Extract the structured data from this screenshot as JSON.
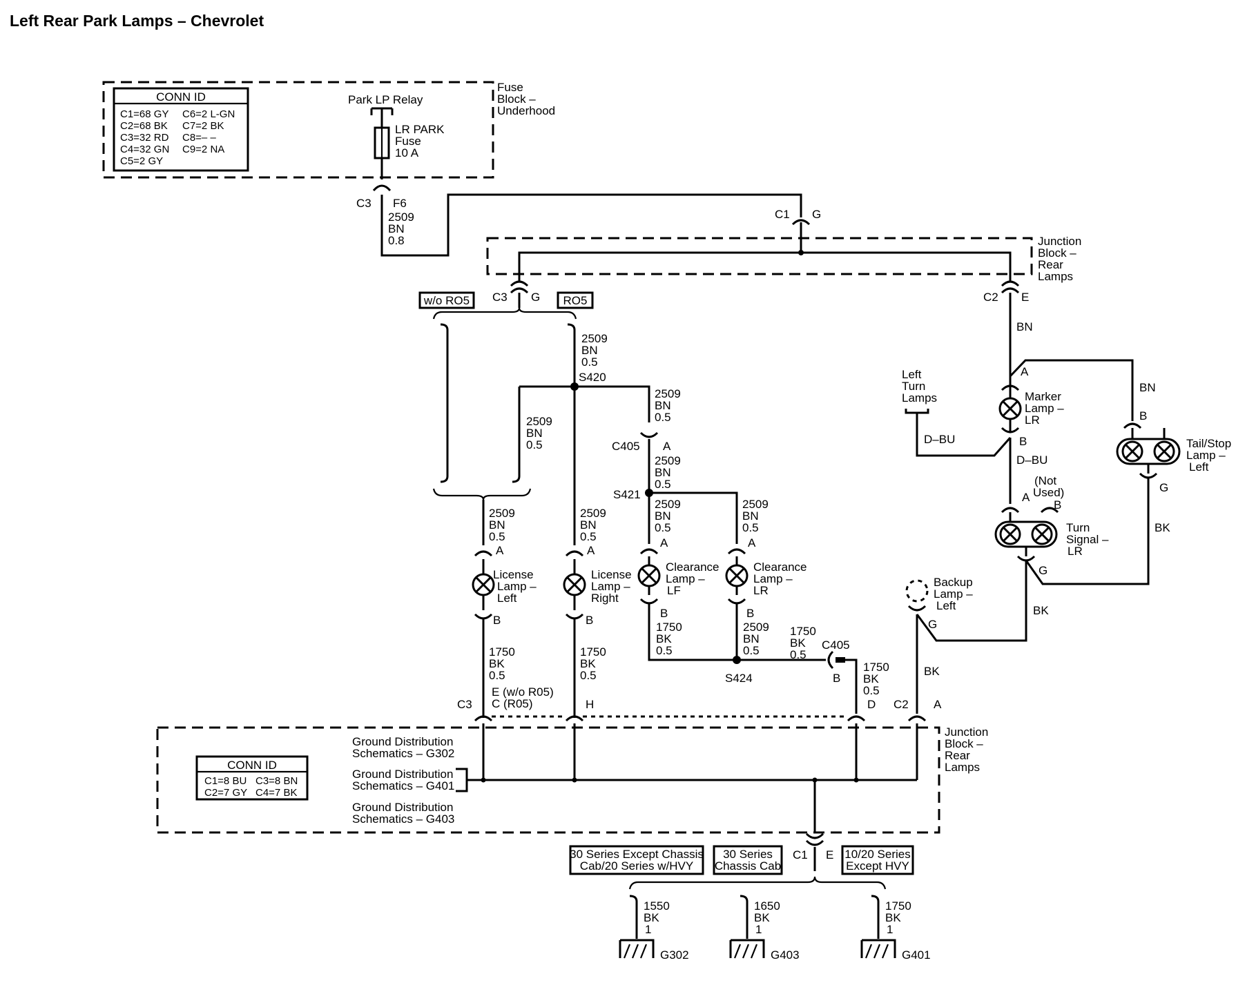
{
  "title": "Left Rear Park Lamps – Chevrolet",
  "fuse_block": {
    "label": [
      "Fuse",
      "Block –",
      "Underhood"
    ],
    "conn_title": "CONN ID",
    "conn_rows": [
      [
        "C1=68 GY",
        "C6=2 L-GN"
      ],
      [
        "C2=68 BK",
        "C7=2 BK"
      ],
      [
        "C3=32 RD",
        "C8=– –"
      ],
      [
        "C4=32 GN",
        "C9=2 NA"
      ],
      [
        "C5=2 GY",
        ""
      ]
    ],
    "relay": "Park LP Relay",
    "fuse": [
      "LR PARK",
      "Fuse",
      "10 A"
    ],
    "conn": "C3",
    "pin": "F6"
  },
  "wires": {
    "w_fuse_out": [
      "2509",
      "BN",
      "0.8"
    ],
    "w_s420_top": [
      "2509",
      "BN",
      "0.5"
    ],
    "w_s420_branch": [
      "2509",
      "BN",
      "0.5"
    ],
    "w_s420_right": [
      "2509",
      "BN",
      "0.5"
    ],
    "w_c405_s421": [
      "2509",
      "BN",
      "0.5"
    ],
    "w_lic_left_in": [
      "2509",
      "BN",
      "0.5"
    ],
    "w_lic_right_in": [
      "2509",
      "BN",
      "0.5"
    ],
    "w_clr_lf_in": [
      "2509",
      "BN",
      "0.5"
    ],
    "w_clr_lr_in": [
      "2509",
      "BN",
      "0.5"
    ],
    "w_lic_left_out": [
      "1750",
      "BK",
      "0.5"
    ],
    "w_lic_right_out": [
      "1750",
      "BK",
      "0.5"
    ],
    "w_clr_lf_out": [
      "1750",
      "BK",
      "0.5"
    ],
    "w_clr_lr_out": [
      "2509",
      "BN",
      "0.5"
    ],
    "w_s424_c405": [
      "1750",
      "BK",
      "0.5"
    ],
    "w_c405_d": [
      "1750",
      "BK",
      "0.5"
    ],
    "w_g302": [
      "1550",
      "BK",
      "1"
    ],
    "w_g403": [
      "1650",
      "BK",
      "1"
    ],
    "w_g401": [
      "1750",
      "BK",
      "1"
    ]
  },
  "junction_top": {
    "label": [
      "Junction",
      "Block –",
      "Rear",
      "Lamps"
    ],
    "c1": "C1",
    "c1_pin": "G",
    "c3": "C3",
    "c3_pin": "G",
    "c2": "C2",
    "c2_pin": "E"
  },
  "options": {
    "without": "w/o RO5",
    "with": "RO5"
  },
  "splices": {
    "s420": "S420",
    "s421": "S421",
    "s424": "S424"
  },
  "connectors": {
    "c405": "C405",
    "c405_pin_a": "A",
    "c405_b": "C405",
    "c405_pin_b": "B"
  },
  "lamps": {
    "license_left": [
      "License",
      "Lamp –",
      "Left"
    ],
    "license_right": [
      "License",
      "Lamp –",
      "Right"
    ],
    "clearance_lf": [
      "Clearance",
      "Lamp –",
      "LF"
    ],
    "clearance_lr": [
      "Clearance",
      "Lamp –",
      "LR"
    ],
    "marker_lr": [
      "Marker",
      "Lamp –",
      "LR"
    ],
    "turn_lr": [
      "Turn",
      "Signal –",
      "LR"
    ],
    "tail_stop_left": [
      "Tail/Stop",
      "Lamp –",
      "Left"
    ],
    "backup_left": [
      "Backup",
      "Lamp –",
      "Left"
    ],
    "left_turn": [
      "Left",
      "Turn",
      "Lamps"
    ],
    "not_used": [
      "(Not",
      "Used)"
    ]
  },
  "pins": {
    "a": "A",
    "b": "B",
    "g": "G",
    "d": "D",
    "h": "H",
    "e_wo": "E (w/o R05)",
    "c_r05": "C (R05)"
  },
  "right_wires": {
    "bn1": "BN",
    "bn2": "BN",
    "dbu1": "D–BU",
    "dbu2": "D–BU",
    "bk1": "BK",
    "bk2": "BK",
    "bk3": "BK"
  },
  "junction_bottom": {
    "label": [
      "Junction",
      "Block –",
      "Rear",
      "Lamps"
    ],
    "c3": "C3",
    "c2": "C2",
    "c2_pin": "A",
    "conn_title": "CONN ID",
    "conn_rows": [
      [
        "C1=8 BU",
        "C3=8 BN"
      ],
      [
        "C2=7 GY",
        "C4=7 BK"
      ]
    ],
    "ground_refs": [
      [
        "Ground Distribution",
        "Schematics – G302"
      ],
      [
        "Ground Distribution",
        "Schematics – G401"
      ],
      [
        "Ground Distribution",
        "Schematics – G403"
      ]
    ],
    "c1": "C1",
    "c1_pin": "E"
  },
  "ground_options": [
    [
      "30 Series Except Chassis",
      "Cab/20 Series w/HVY"
    ],
    [
      "30 Series",
      "Chassis Cab"
    ],
    [
      "10/20 Series",
      "Except HVY"
    ]
  ],
  "grounds": {
    "g302": "G302",
    "g403": "G403",
    "g401": "G401"
  }
}
